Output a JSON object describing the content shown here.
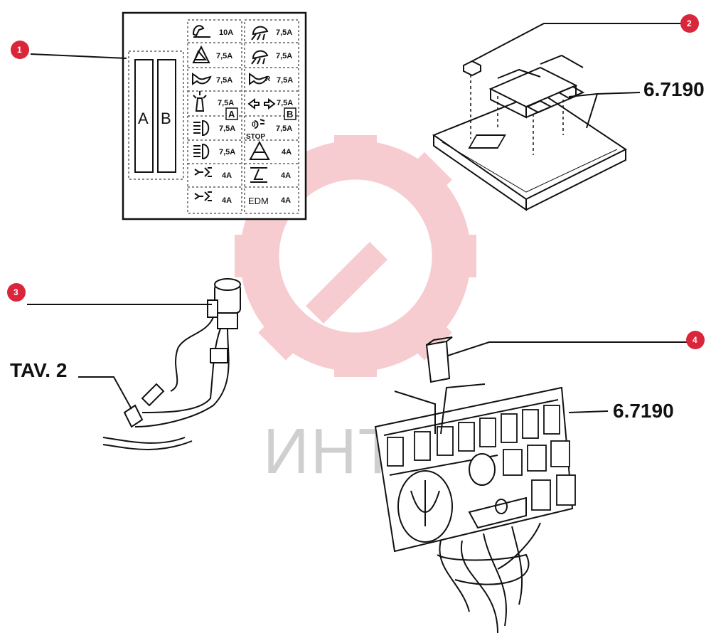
{
  "callouts": [
    "1",
    "2",
    "3",
    "4"
  ],
  "part_labels": {
    "relay_board": "6.7190",
    "switch_panel": "6.7190",
    "table_ref": "TAV. 2"
  },
  "fuse_box": {
    "relays": [
      "A",
      "B"
    ],
    "left_column": [
      "10A",
      "7,5A",
      "7,5A",
      "7,5A",
      "7,5A",
      "7,5A",
      "4A",
      "4A"
    ],
    "right_column": [
      "7,5A",
      "7,5A",
      "7,5A",
      "7,5A",
      "7,5A",
      "4A",
      "4A",
      "4A"
    ],
    "markers": [
      "A",
      "B"
    ],
    "stop_label": "STOP",
    "edm_label": "EDM",
    "horn_rear_mark": "R",
    "lamp_mark": "0"
  },
  "watermark": "ИНТЕХ",
  "colors": {
    "callout": "#d9263a",
    "watermark": "#f2a3aa",
    "line": "#111111"
  }
}
